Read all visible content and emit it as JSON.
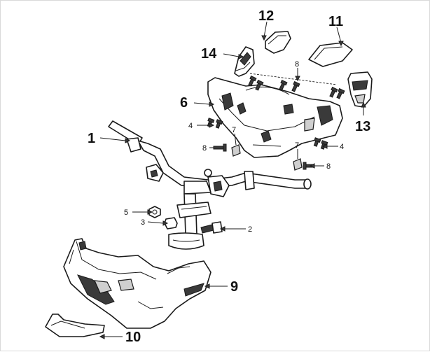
{
  "diagram": {
    "callouts": [
      {
        "id": "1",
        "text": "1"
      },
      {
        "id": "2",
        "text": "2"
      },
      {
        "id": "3",
        "text": "3"
      },
      {
        "id": "4a",
        "text": "4"
      },
      {
        "id": "4b",
        "text": "4"
      },
      {
        "id": "5",
        "text": "5"
      },
      {
        "id": "6",
        "text": "6"
      },
      {
        "id": "7a",
        "text": "7"
      },
      {
        "id": "7b",
        "text": "7"
      },
      {
        "id": "8a",
        "text": "8"
      },
      {
        "id": "8b",
        "text": "8"
      },
      {
        "id": "8c",
        "text": "8"
      },
      {
        "id": "9",
        "text": "9"
      },
      {
        "id": "10",
        "text": "10"
      },
      {
        "id": "11",
        "text": "11"
      },
      {
        "id": "12",
        "text": "12"
      },
      {
        "id": "13",
        "text": "13"
      },
      {
        "id": "14",
        "text": "14"
      }
    ]
  }
}
